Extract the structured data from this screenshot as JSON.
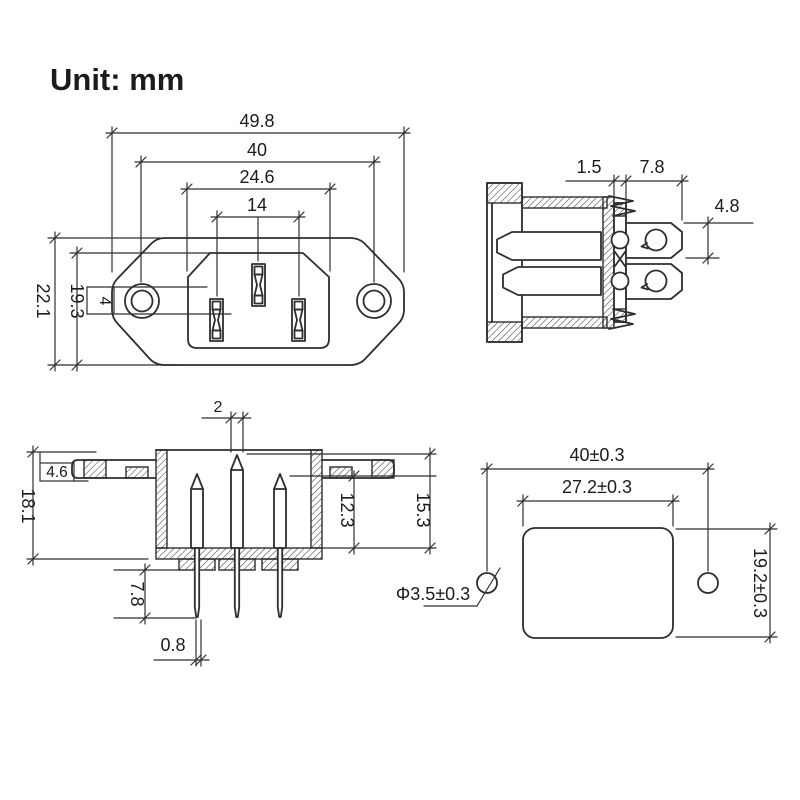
{
  "title": "Unit: mm",
  "colors": {
    "line": "#2e2e2e",
    "text": "#1c1c1c",
    "background": "#ffffff"
  },
  "front_view": {
    "label": "connector front face view",
    "dims": {
      "overall_width": "49.8",
      "mounting_hole_spacing": "40",
      "recess_width": "24.6",
      "pin_spacing": "14",
      "overall_height": "22.1",
      "recess_height": "19.3",
      "pin_slot": "4"
    }
  },
  "side_view": {
    "label": "connector side section view",
    "dims": {
      "plate_thickness": "1.5",
      "terminal_length": "7.8",
      "terminal_height": "4.8"
    }
  },
  "section_view": {
    "label": "connector bottom section view",
    "dims": {
      "earth_pin_width": "2",
      "flange_thickness": "4.6",
      "overall_depth": "18.1",
      "inner_depth": "12.3",
      "pin_depth": "15.3",
      "solder_tail_length": "7.8",
      "solder_tail_thickness": "0.8"
    }
  },
  "cutout_view": {
    "label": "panel cutout view",
    "dims": {
      "mounting_hole_spacing": "40±0.3",
      "cutout_width": "27.2±0.3",
      "cutout_height": "19.2±0.3",
      "mounting_hole_diameter": "Φ3.5±0.3"
    }
  }
}
